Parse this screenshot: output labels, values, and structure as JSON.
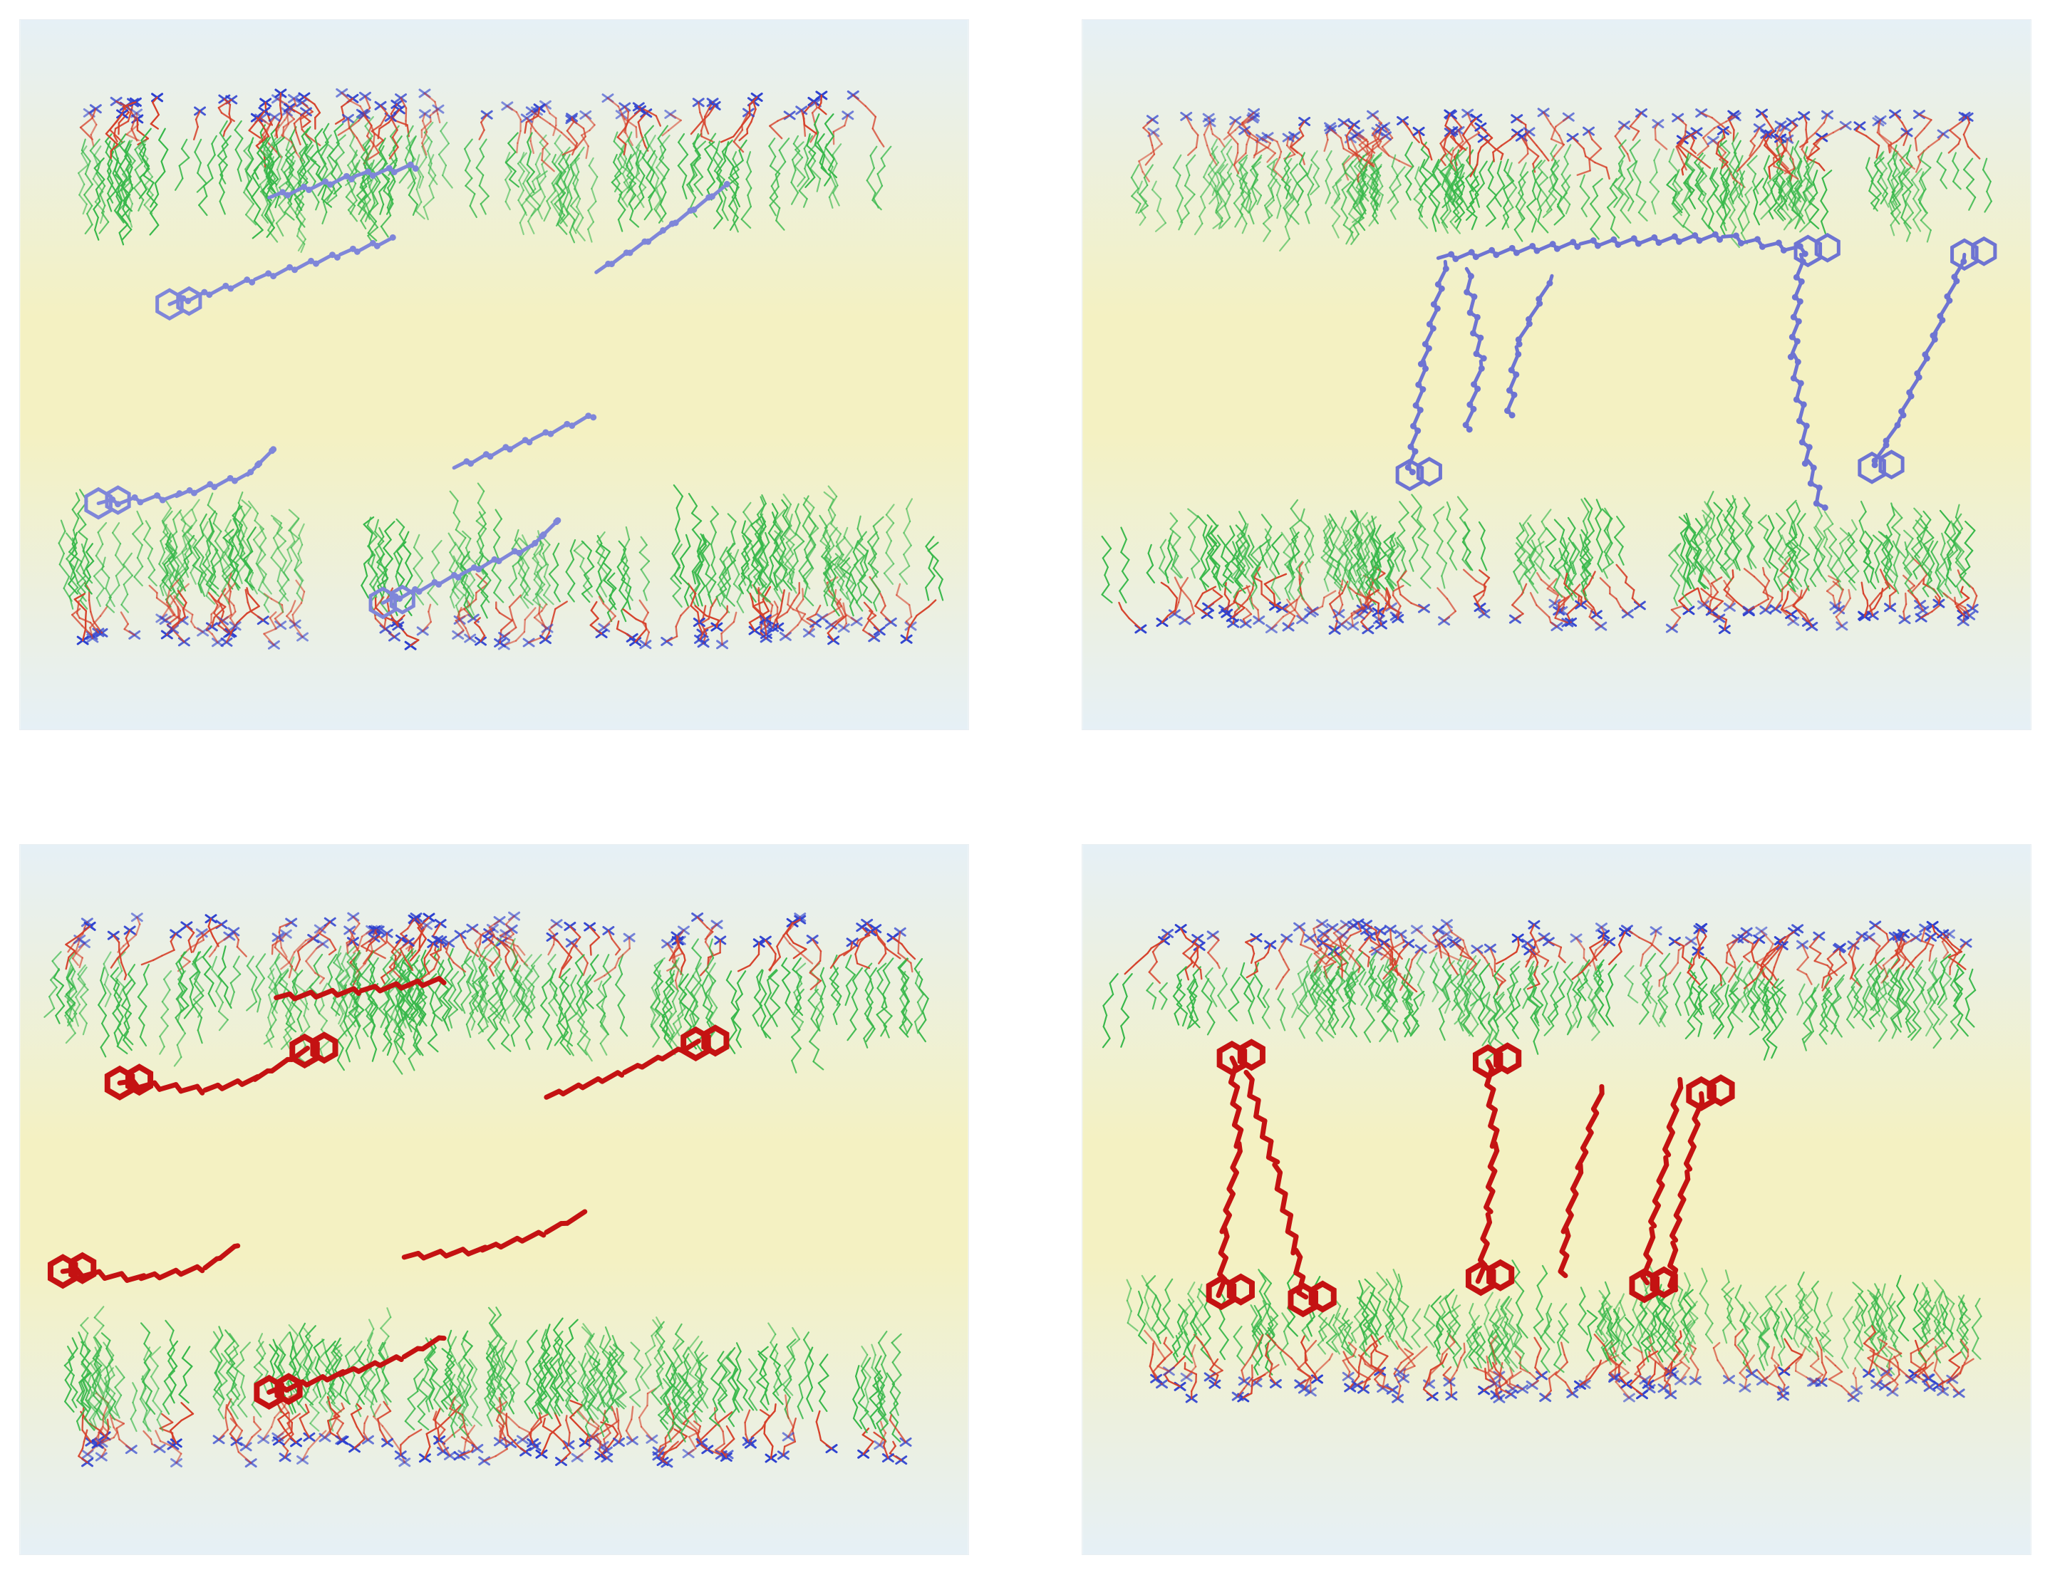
{
  "figure": {
    "panels": [
      {
        "id": "top-left",
        "molecule_color": "#7f86d9",
        "arrangement": "lying-in-plane"
      },
      {
        "id": "top-right",
        "molecule_color": "#6e74d2",
        "arrangement": "spanning-bilayer"
      },
      {
        "id": "bottom-left",
        "molecule_color": "#c41212",
        "arrangement": "lying-in-plane"
      },
      {
        "id": "bottom-right",
        "molecule_color": "#c41212",
        "arrangement": "spanning-bilayer"
      }
    ],
    "lipid_colors": {
      "carbon": "#37b84a",
      "oxygen": "#d6402a",
      "nitrogen": "#2b3fd0"
    },
    "background": {
      "edge": "#e6f0f6",
      "center": "#f5f1be"
    }
  }
}
